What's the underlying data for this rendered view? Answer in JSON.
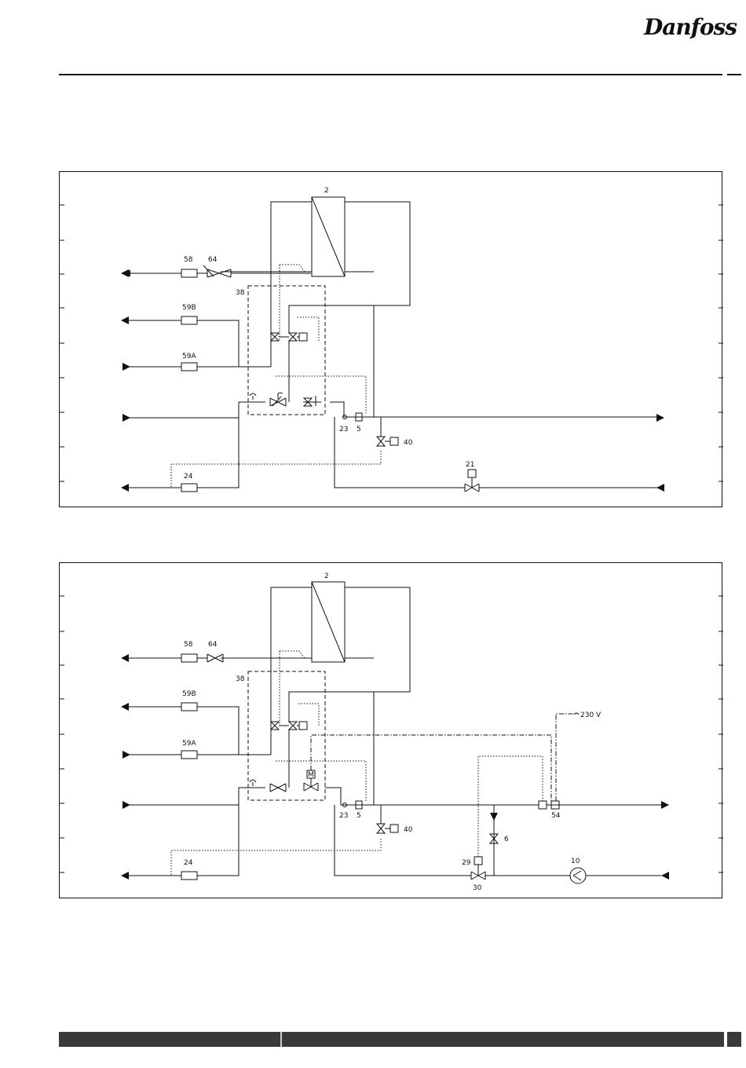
{
  "brand": {
    "logo_text": "Danfoss"
  },
  "diagram1": {
    "labels": {
      "n58": "58",
      "n64": "64",
      "n59b": "59B",
      "n59a": "59A",
      "n38": "38",
      "n2": "2",
      "n23": "23",
      "n5": "5",
      "n40": "40",
      "n24": "24",
      "n21": "21"
    }
  },
  "diagram2": {
    "labels": {
      "n58": "58",
      "n64": "64",
      "n59b": "59B",
      "n59a": "59A",
      "n38": "38",
      "n2": "2",
      "n23": "23",
      "n5": "5",
      "n40": "40",
      "n24": "24",
      "n29": "29",
      "n30": "30",
      "n6": "6",
      "n10": "10",
      "n54": "54",
      "voltage": "230  V",
      "motor": "M"
    }
  },
  "colors": {
    "line": "#111111",
    "footer": "#3a3a3a"
  }
}
